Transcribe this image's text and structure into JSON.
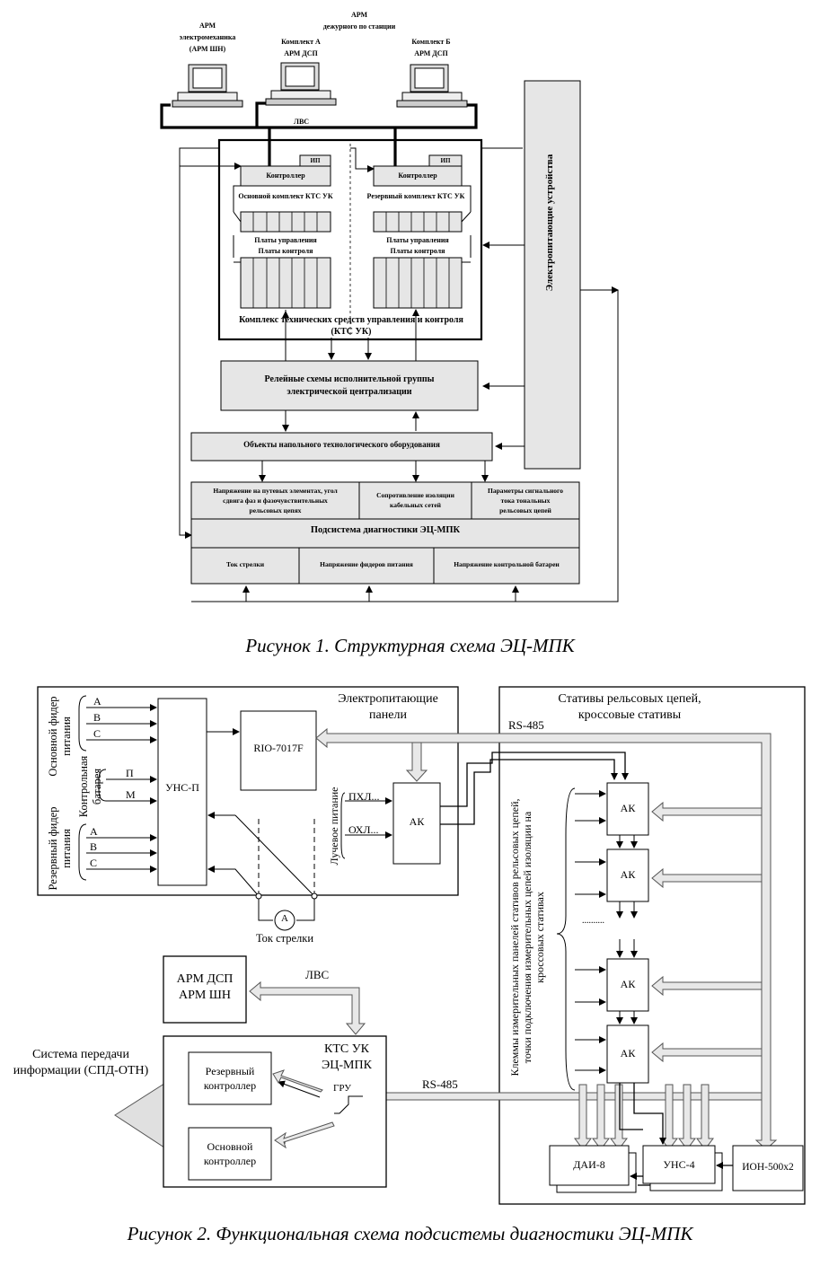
{
  "fig1": {
    "arm_shn": [
      "АРМ",
      "электромеханика",
      "(АРМ ШН)"
    ],
    "arm_dsp_title": [
      "АРМ",
      "дежурного по станции"
    ],
    "komplekt_a": [
      "Комплект А",
      "АРМ ДСП"
    ],
    "komplekt_b": [
      "Комплект Б",
      "АРМ ДСП"
    ],
    "lvs": "ЛВС",
    "ip": "ИП",
    "controller": "Контроллер",
    "main_set": "Основной комплект КТС УК",
    "reserve_set": "Резервный комплект КТС УК",
    "boards_ctrl": "Платы управления",
    "boards_mon": "Платы контроля",
    "kts_title": [
      "Комплекс технических средств управления и контроля",
      "(КТС УК)"
    ],
    "power_devices": "Электропитающие устройства",
    "relay": [
      "Релейные схемы исполнительной группы",
      "электрической централизации"
    ],
    "objects": "Объекты напольного технологического оборудования",
    "params": [
      [
        "Напряжение на путевых элементах, угол",
        "сдвига фаз и фазочувствительных",
        "рельсовых цепях"
      ],
      [
        "Сопротивление изоляции",
        "кабельных сетей"
      ],
      [
        "Параметры сигнального",
        "тока тональных",
        "рельсовых цепей"
      ]
    ],
    "diag_title": "Подсистема диагностики ЭЦ-МПК",
    "diag_items": [
      "Ток стрелки",
      "Напряжение фидеров питания",
      "Напряжение контрольной батареи"
    ],
    "caption": "Рисунок 1. Структурная схема ЭЦ-МПК"
  },
  "fig2": {
    "power_panels": [
      "Электропитающие",
      "панели"
    ],
    "main_feeder": [
      "Основной фидер",
      "питания"
    ],
    "reserve_feeder": [
      "Резервный фидер",
      "питания"
    ],
    "control_battery": [
      "Контрольная",
      "батарея"
    ],
    "phases": [
      "A",
      "B",
      "C"
    ],
    "battery_poles": [
      "П",
      "М"
    ],
    "uns_p": "УНС-П",
    "rio": "RIO-7017F",
    "ray_power": "Лучевое питание",
    "phl": "ПХЛ...",
    "ohl": "ОХЛ...",
    "ak": "АК",
    "ammeter": "A",
    "switch_current": "Ток стрелки",
    "rs485": "RS-485",
    "stands": [
      "Стативы рельсовых цепей,",
      "кроссовые стативы"
    ],
    "terminals": [
      "Клеммы измерительных панелей стативов рельсовых цепей,",
      "точки подключения измерительных цепей изоляции на",
      "кроссовых стативах"
    ],
    "dots": "..........",
    "arm": [
      "АРМ ДСП",
      "АРМ ШН"
    ],
    "lvs": "ЛВС",
    "kts": [
      "КТС УК",
      "ЭЦ-МПК"
    ],
    "reserve_ctrl": [
      "Резервный",
      "контроллер"
    ],
    "main_ctrl": [
      "Основной",
      "контроллер"
    ],
    "gru": "ГРУ",
    "spd": [
      "Система передачи",
      "информации (СПД-ОТН)"
    ],
    "dai": "ДАИ-8",
    "uns4": "УНС-4",
    "ion": "ИОН-500х2",
    "caption": "Рисунок 2. Функциональная схема подсистемы диагностики ЭЦ-МПК"
  }
}
